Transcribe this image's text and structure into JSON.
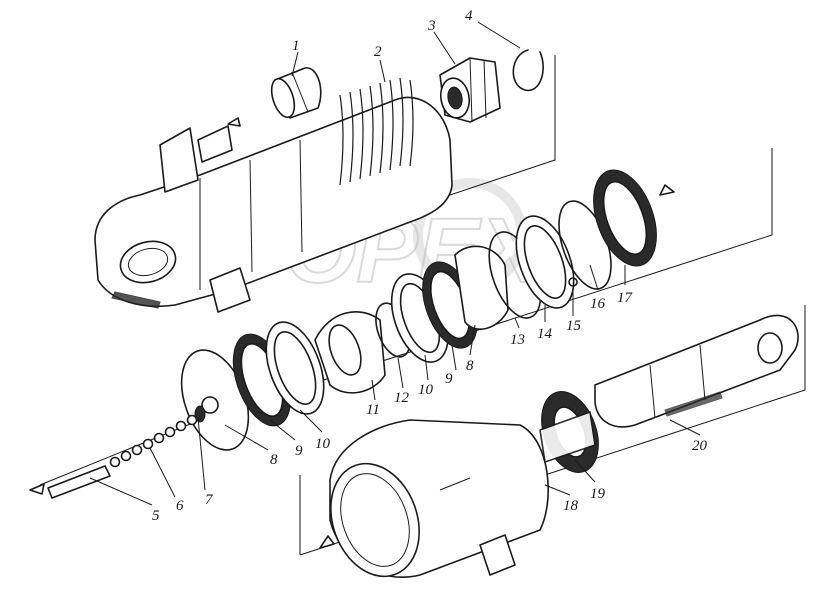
{
  "diagram": {
    "watermark_text": "OPEX",
    "callouts": [
      {
        "id": "1",
        "label": "1"
      },
      {
        "id": "2",
        "label": "2"
      },
      {
        "id": "3",
        "label": "3"
      },
      {
        "id": "4",
        "label": "4"
      },
      {
        "id": "5",
        "label": "5"
      },
      {
        "id": "6",
        "label": "6"
      },
      {
        "id": "7",
        "label": "7"
      },
      {
        "id": "8a",
        "label": "8"
      },
      {
        "id": "8b",
        "label": "8"
      },
      {
        "id": "9a",
        "label": "9"
      },
      {
        "id": "9b",
        "label": "9"
      },
      {
        "id": "10a",
        "label": "10"
      },
      {
        "id": "10b",
        "label": "10"
      },
      {
        "id": "11",
        "label": "11"
      },
      {
        "id": "12",
        "label": "12"
      },
      {
        "id": "13",
        "label": "13"
      },
      {
        "id": "14",
        "label": "14"
      },
      {
        "id": "15",
        "label": "15"
      },
      {
        "id": "16",
        "label": "16"
      },
      {
        "id": "17",
        "label": "17"
      },
      {
        "id": "18",
        "label": "18"
      },
      {
        "id": "19",
        "label": "19"
      },
      {
        "id": "20",
        "label": "20"
      }
    ]
  }
}
